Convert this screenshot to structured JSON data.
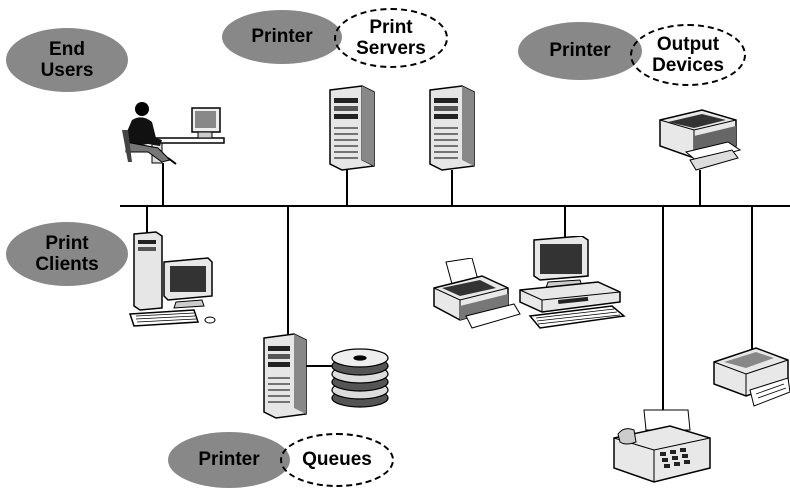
{
  "labels": {
    "end_users": [
      "End",
      "Users"
    ],
    "print_clients": [
      "Print",
      "Clients"
    ],
    "printer_1": "Printer",
    "print_servers": [
      "Print",
      "Servers"
    ],
    "printer_2": "Printer",
    "output_devices": [
      "Output",
      "Devices"
    ],
    "printer_3": "Printer",
    "queues": "Queues"
  },
  "colors": {
    "oval_fill": "#888888",
    "line": "#000000"
  },
  "icons": [
    "user-at-workstation-icon",
    "print-server-tower-icon",
    "print-server-tower-icon",
    "laser-printer-icon",
    "print-client-pc-icon",
    "dot-matrix-printer-icon",
    "desktop-computer-icon",
    "queue-server-tower-icon",
    "disk-stack-icon",
    "fax-machine-icon",
    "inkjet-printer-icon"
  ]
}
